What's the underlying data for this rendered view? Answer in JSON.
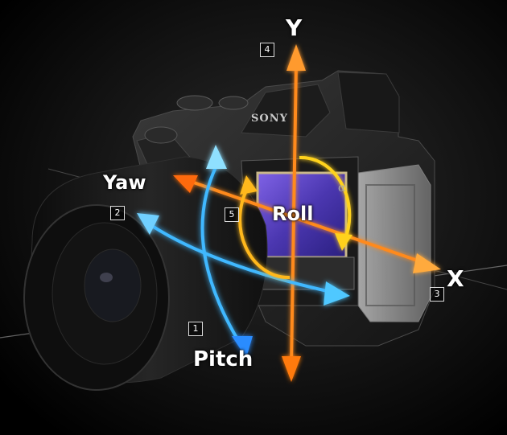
{
  "brand": "SONY",
  "model_mark": "α",
  "axes": {
    "y": {
      "label": "Y",
      "number": "4"
    },
    "x": {
      "label": "X",
      "number": "3"
    },
    "yaw": {
      "label": "Yaw",
      "number": "2"
    },
    "pitch": {
      "label": "Pitch",
      "number": "1"
    },
    "roll": {
      "label": "Roll",
      "number": "5"
    }
  },
  "colors": {
    "background": "#000000",
    "orange_axis": "#ff8a1e",
    "orange_glow": "#ff5a00",
    "blue_axis": "#3fb8ff",
    "blue_glow": "#0a7dff",
    "roll_axis": "#ffd21e",
    "sensor": "#6a4fd0"
  }
}
